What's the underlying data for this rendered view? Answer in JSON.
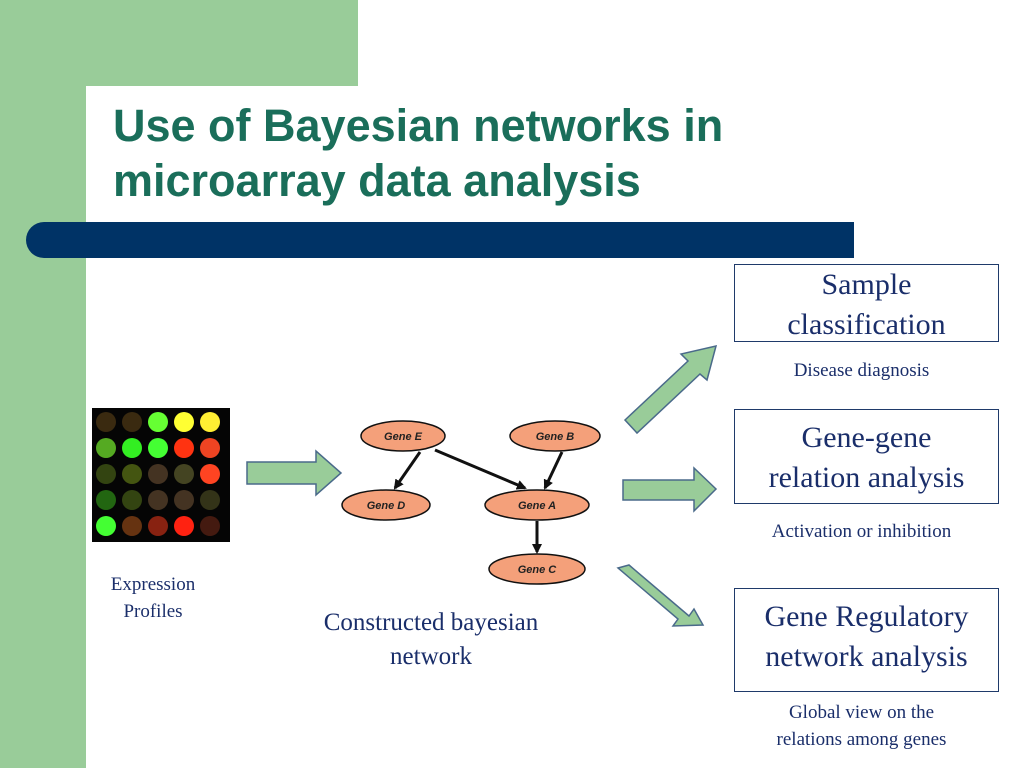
{
  "slide": {
    "title_line1": "Use of Bayesian networks in",
    "title_line2": "microarray data analysis"
  },
  "microarray": {
    "caption_line1": "Expression",
    "caption_line2": "Profiles",
    "spot_colors": [
      [
        "#3a2a10",
        "#3a2a10",
        "#66ff33",
        "#ffff33",
        "#ffee33"
      ],
      [
        "#55aa22",
        "#33ee22",
        "#44ff33",
        "#ff3311",
        "#ee4422"
      ],
      [
        "#334411",
        "#445511",
        "#443322",
        "#444422",
        "#ff4422"
      ],
      [
        "#226611",
        "#334411",
        "#443322",
        "#443322",
        "#333318"
      ],
      [
        "#44ff33",
        "#663311",
        "#882211",
        "#ff2211",
        "#441a10"
      ]
    ]
  },
  "network": {
    "caption_line1": "Constructed bayesian",
    "caption_line2": "network",
    "nodes": {
      "gene_e": "Gene E",
      "gene_b": "Gene B",
      "gene_d": "Gene D",
      "gene_a": "Gene A",
      "gene_c": "Gene C"
    }
  },
  "outputs": [
    {
      "line1": "Sample",
      "line2": "classification",
      "note_line1": "Disease diagnosis",
      "note_line2": ""
    },
    {
      "line1": "Gene-gene",
      "line2": "relation analysis",
      "note_line1": "Activation or inhibition",
      "note_line2": ""
    },
    {
      "line1": "Gene Regulatory",
      "line2": "network analysis",
      "note_line1": "Global view on the",
      "note_line2": "relations among genes"
    }
  ],
  "colors": {
    "background_green": "#99cc99",
    "title": "#1a6e5a",
    "bar": "#003366",
    "arrow_fill": "#99cc99",
    "node_fill": "#f4a07a"
  }
}
